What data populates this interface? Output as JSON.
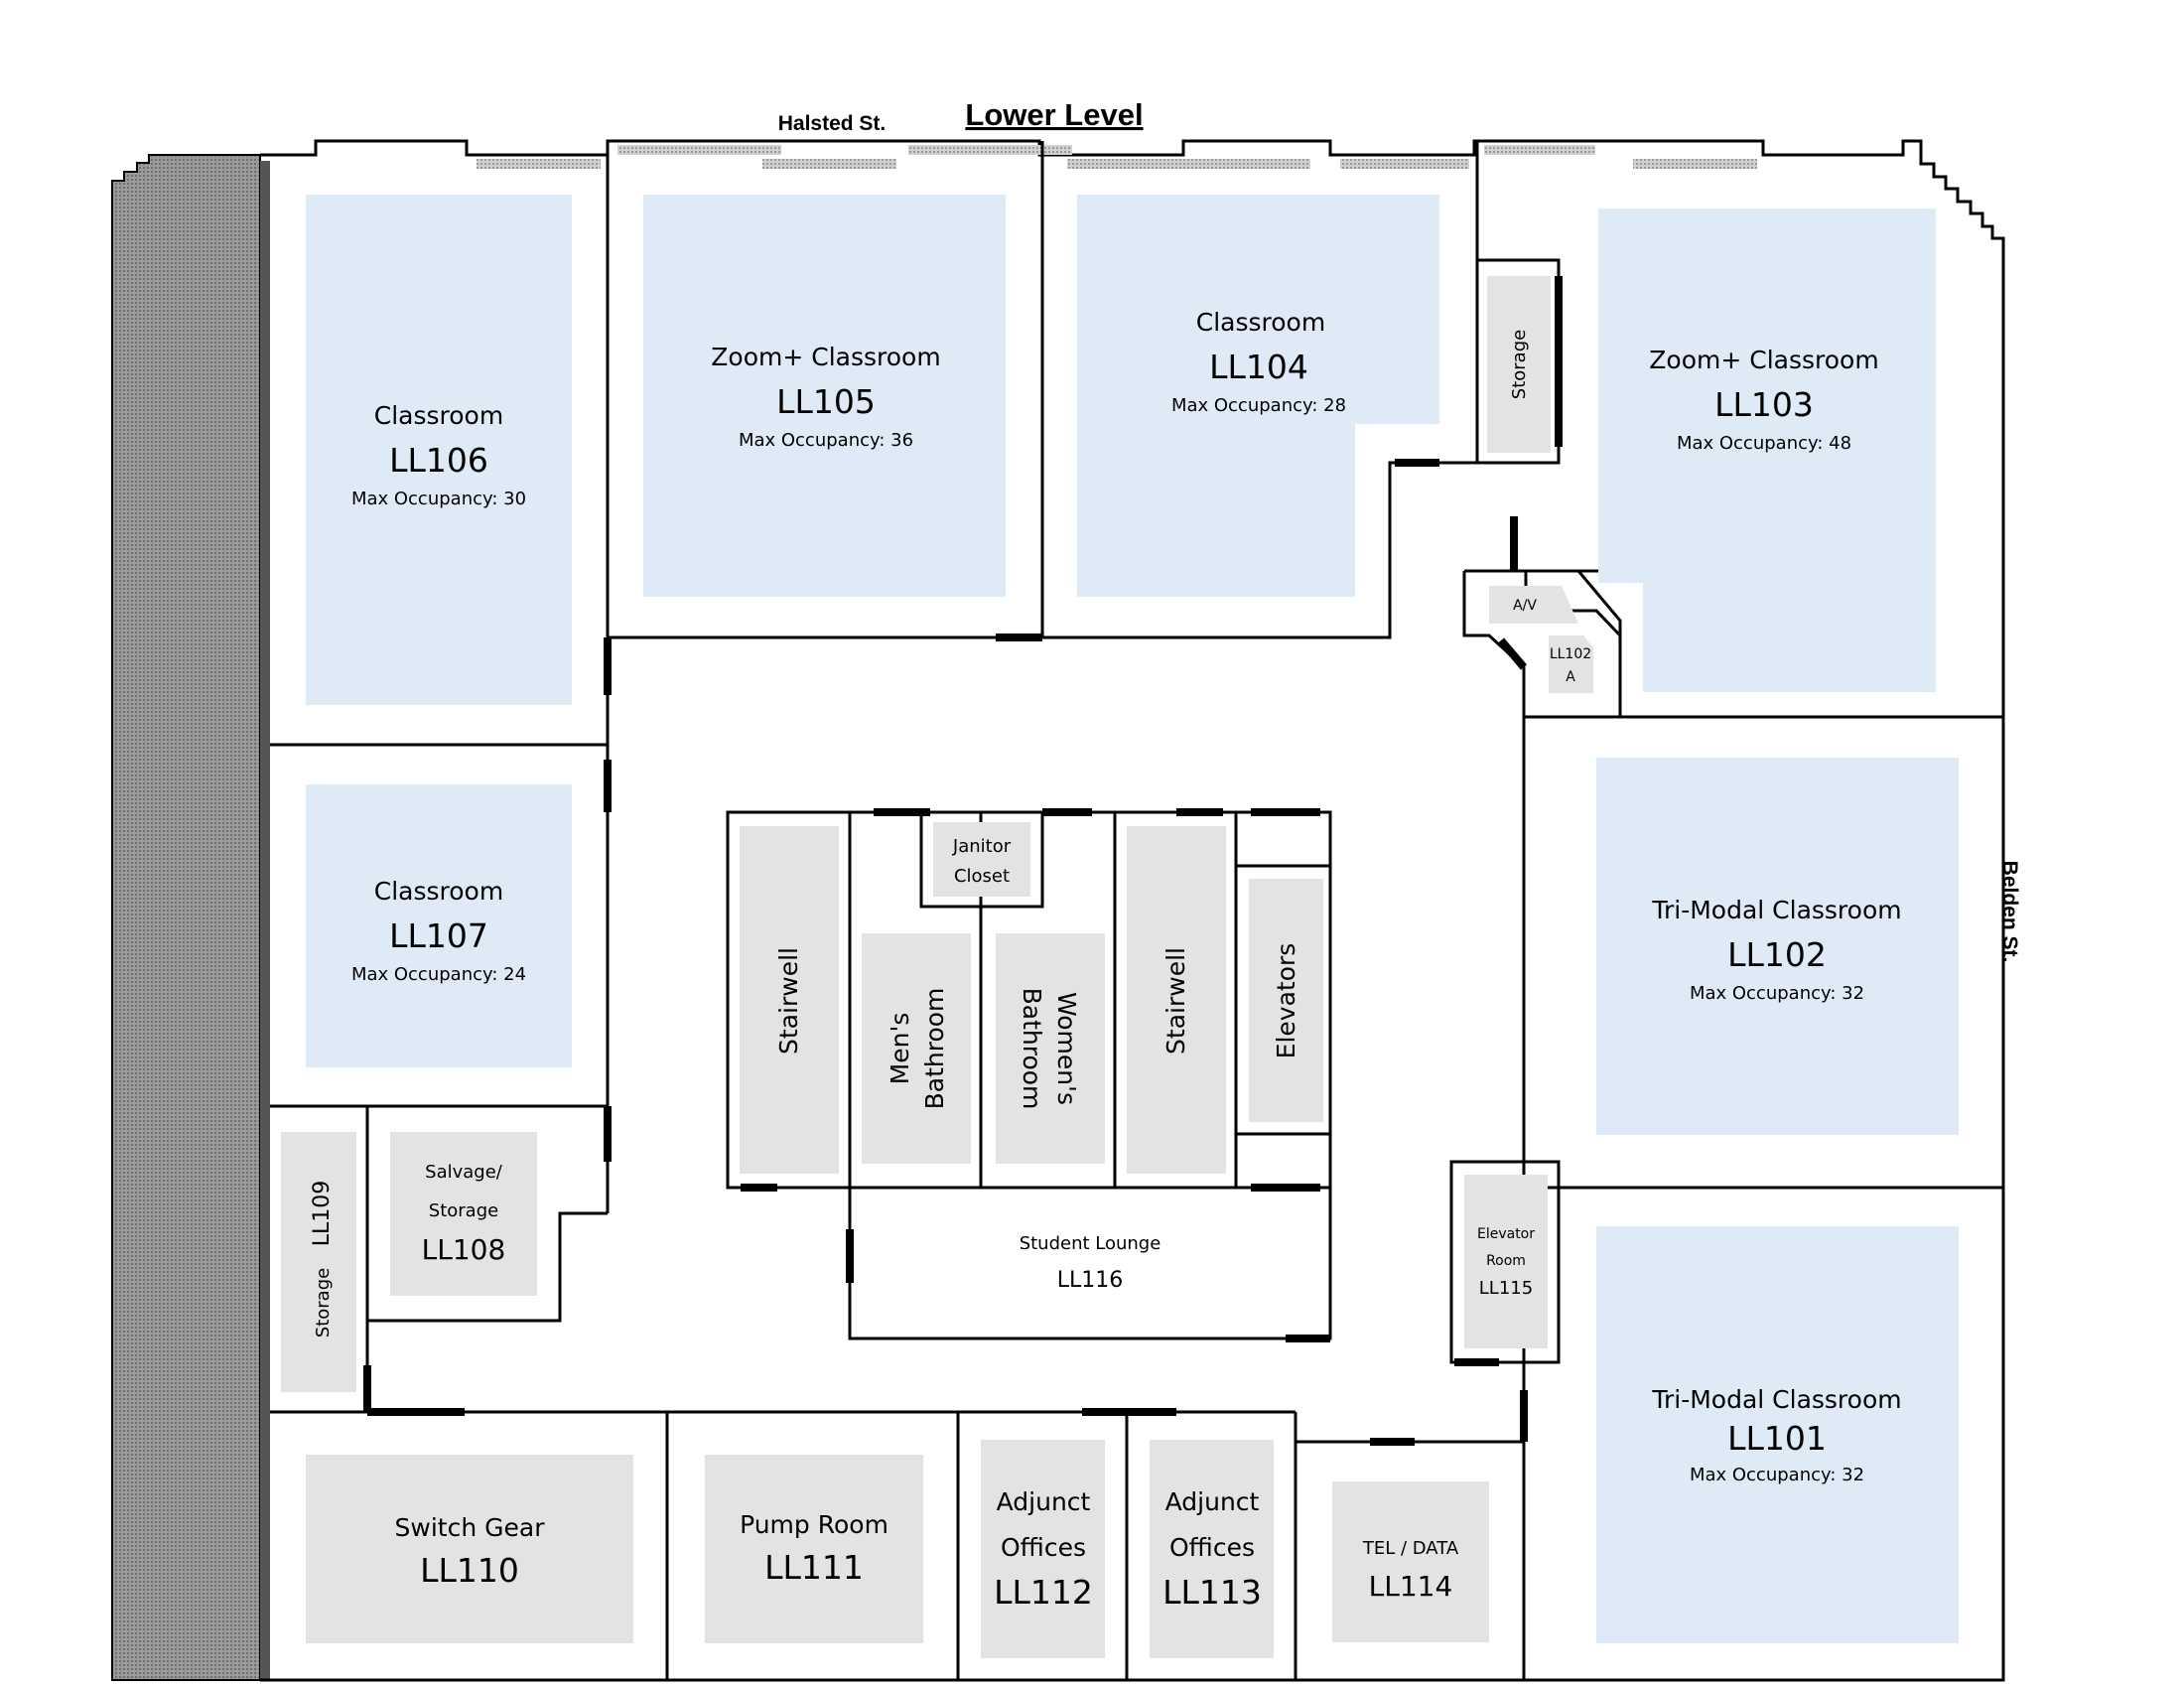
{
  "header": {
    "title": "Lower Level",
    "street_top": "Halsted St.",
    "street_right": "Belden St."
  },
  "rooms": {
    "ll106": {
      "type": "Classroom",
      "number": "LL106",
      "occupancy": "Max Occupancy: 30"
    },
    "ll105": {
      "type": "Zoom+ Classroom",
      "number": "LL105",
      "occupancy": "Max Occupancy: 36"
    },
    "ll104": {
      "type": "Classroom",
      "number": "LL104",
      "occupancy": "Max Occupancy: 28"
    },
    "ll103": {
      "type": "Zoom+ Classroom",
      "number": "LL103",
      "occupancy": "Max Occupancy: 48"
    },
    "ll107": {
      "type": "Classroom",
      "number": "LL107",
      "occupancy": "Max Occupancy: 24"
    },
    "ll102": {
      "type": "Tri-Modal Classroom",
      "number": "LL102",
      "occupancy": "Max Occupancy: 32"
    },
    "ll101": {
      "type": "Tri-Modal Classroom",
      "number": "LL101",
      "occupancy": "Max Occupancy: 32"
    },
    "ll108": {
      "type_line1": "Salvage/",
      "type_line2": "Storage",
      "number": "LL108"
    },
    "ll109": {
      "type": "Storage",
      "number": "LL109"
    },
    "ll110": {
      "type": "Switch Gear",
      "number": "LL110"
    },
    "ll111": {
      "type": "Pump Room",
      "number": "LL111"
    },
    "ll112": {
      "type_line1": "Adjunct",
      "type_line2": "Offices",
      "number": "LL112"
    },
    "ll113": {
      "type_line1": "Adjunct",
      "type_line2": "Offices",
      "number": "LL113"
    },
    "ll114": {
      "type": "TEL / DATA",
      "number": "LL114"
    },
    "ll115": {
      "type_line1": "Elevator",
      "type_line2": "Room",
      "number": "LL115"
    },
    "ll116": {
      "type": "Student Lounge",
      "number": "LL116"
    },
    "ll102a": {
      "line1": "LL102",
      "line2": "A"
    }
  },
  "spaces": {
    "storage": "Storage",
    "av": "A/V",
    "janitor_line1": "Janitor",
    "janitor_line2": "Closet",
    "stairwell_left": "Stairwell",
    "mens_line1": "Men's",
    "mens_line2": "Bathroom",
    "womens_line1": "Women's",
    "womens_line2": "Bathroom",
    "stairwell_right": "Stairwell",
    "elevators": "Elevators"
  },
  "colors": {
    "classroom_fill": "#deeaf6",
    "service_fill": "#e3e3e3",
    "wall": "#000000",
    "exterior_hatch": "#7a7a7a"
  }
}
